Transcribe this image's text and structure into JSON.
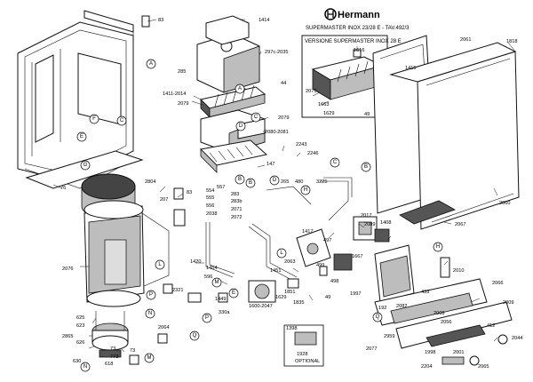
{
  "header": {
    "brand": "Hermann",
    "model": "SUPERMASTER INOX 23/28 E - TAV.492/3"
  },
  "inset": {
    "title": "VERSIONE SUPERMASTER INOX 28 E"
  },
  "optional_box": {
    "label": "OPTIONAL"
  },
  "labels": [
    {
      "id": "l83a",
      "text": "83"
    },
    {
      "id": "l1414",
      "text": "1414"
    },
    {
      "id": "l297c",
      "text": "297c-2035"
    },
    {
      "id": "l285",
      "text": "285"
    },
    {
      "id": "l44",
      "text": "44"
    },
    {
      "id": "l1411",
      "text": "1411-2014"
    },
    {
      "id": "l2079a",
      "text": "2079"
    },
    {
      "id": "l2079b",
      "text": "2079"
    },
    {
      "id": "l2080",
      "text": "2080-2081"
    },
    {
      "id": "l2243",
      "text": "2243"
    },
    {
      "id": "l2246",
      "text": "2246"
    },
    {
      "id": "l147",
      "text": "147"
    },
    {
      "id": "l2804",
      "text": "2804"
    },
    {
      "id": "l83b",
      "text": "83"
    },
    {
      "id": "l207",
      "text": "207"
    },
    {
      "id": "l554",
      "text": "554"
    },
    {
      "id": "l555",
      "text": "555"
    },
    {
      "id": "l556",
      "text": "556"
    },
    {
      "id": "l2038",
      "text": "2038"
    },
    {
      "id": "l557",
      "text": "557"
    },
    {
      "id": "l283",
      "text": "283"
    },
    {
      "id": "l283b",
      "text": "283b"
    },
    {
      "id": "l2071",
      "text": "2071"
    },
    {
      "id": "l2072",
      "text": "2072"
    },
    {
      "id": "l265",
      "text": "265"
    },
    {
      "id": "l480",
      "text": "480"
    },
    {
      "id": "l3225",
      "text": "3225"
    },
    {
      "id": "l76",
      "text": "76"
    },
    {
      "id": "l2076",
      "text": "2076"
    },
    {
      "id": "l1420",
      "text": "1420"
    },
    {
      "id": "l1454",
      "text": "1454"
    },
    {
      "id": "l596",
      "text": "596"
    },
    {
      "id": "l1449",
      "text": "1449"
    },
    {
      "id": "l1600",
      "text": "1600-2047"
    },
    {
      "id": "l2321",
      "text": "2321"
    },
    {
      "id": "l330a",
      "text": "330a"
    },
    {
      "id": "l2063",
      "text": "2063"
    },
    {
      "id": "l1451",
      "text": "1451"
    },
    {
      "id": "l1851",
      "text": "1851"
    },
    {
      "id": "l1629",
      "text": "1629"
    },
    {
      "id": "l1835",
      "text": "1835"
    },
    {
      "id": "l49a",
      "text": "49"
    },
    {
      "id": "l1417",
      "text": "1417"
    },
    {
      "id": "l497",
      "text": "497"
    },
    {
      "id": "l499",
      "text": "499"
    },
    {
      "id": "l498",
      "text": "498"
    },
    {
      "id": "l2017",
      "text": "2017"
    },
    {
      "id": "l2089",
      "text": "2089"
    },
    {
      "id": "l1408",
      "text": "1408"
    },
    {
      "id": "l1667",
      "text": "1667"
    },
    {
      "id": "l1997",
      "text": "1997"
    },
    {
      "id": "l192",
      "text": "192"
    },
    {
      "id": "l2082",
      "text": "2082"
    },
    {
      "id": "l2010",
      "text": "2010"
    },
    {
      "id": "l433",
      "text": "433"
    },
    {
      "id": "l2066",
      "text": "2066"
    },
    {
      "id": "l2009",
      "text": "2009"
    },
    {
      "id": "l2008",
      "text": "2008"
    },
    {
      "id": "l2056",
      "text": "2056"
    },
    {
      "id": "l412",
      "text": "412"
    },
    {
      "id": "l2044",
      "text": "2044"
    },
    {
      "id": "l2959",
      "text": "2959"
    },
    {
      "id": "l2077",
      "text": "2077"
    },
    {
      "id": "l1998",
      "text": "1998"
    },
    {
      "id": "l2001",
      "text": "2001"
    },
    {
      "id": "l2204",
      "text": "2204"
    },
    {
      "id": "l2065",
      "text": "2065"
    },
    {
      "id": "l1398",
      "text": "1398"
    },
    {
      "id": "l1928",
      "text": "1928"
    },
    {
      "id": "l625",
      "text": "625"
    },
    {
      "id": "l623",
      "text": "623"
    },
    {
      "id": "l2865",
      "text": "2865"
    },
    {
      "id": "l626",
      "text": "626"
    },
    {
      "id": "l630",
      "text": "630"
    },
    {
      "id": "l73a",
      "text": "73"
    },
    {
      "id": "l773",
      "text": "773"
    },
    {
      "id": "l618",
      "text": "618"
    },
    {
      "id": "l73b",
      "text": "73"
    },
    {
      "id": "l2064",
      "text": "2064"
    },
    {
      "id": "l2061",
      "text": "2061"
    },
    {
      "id": "l1415",
      "text": "1415"
    },
    {
      "id": "l1818",
      "text": "1818"
    },
    {
      "id": "l2060",
      "text": "2060"
    },
    {
      "id": "l2067",
      "text": "2067"
    },
    {
      "id": "l1616",
      "text": "1616"
    },
    {
      "id": "l2075",
      "text": "2075"
    },
    {
      "id": "l1663",
      "text": "1663"
    },
    {
      "id": "l1629b",
      "text": "1629"
    },
    {
      "id": "l49b",
      "text": "49"
    }
  ],
  "callouts": [
    {
      "id": "cA1",
      "text": "A"
    },
    {
      "id": "cA2",
      "text": "A"
    },
    {
      "id": "cB1",
      "text": "B"
    },
    {
      "id": "cB2",
      "text": "B"
    },
    {
      "id": "cB3",
      "text": "B"
    },
    {
      "id": "cC1",
      "text": "C"
    },
    {
      "id": "cC2",
      "text": "C"
    },
    {
      "id": "cC3",
      "text": "C"
    },
    {
      "id": "cD1",
      "text": "D"
    },
    {
      "id": "cD2",
      "text": "D"
    },
    {
      "id": "cE1",
      "text": "E"
    },
    {
      "id": "cE2",
      "text": "E"
    },
    {
      "id": "cF1",
      "text": "F"
    },
    {
      "id": "cG1",
      "text": "G"
    },
    {
      "id": "cH1",
      "text": "H"
    },
    {
      "id": "cH2",
      "text": "H"
    },
    {
      "id": "cL1",
      "text": "L"
    },
    {
      "id": "cL2",
      "text": "L"
    },
    {
      "id": "cM1",
      "text": "M"
    },
    {
      "id": "cM2",
      "text": "M"
    },
    {
      "id": "cN1",
      "text": "N"
    },
    {
      "id": "cN2",
      "text": "N"
    },
    {
      "id": "cP1",
      "text": "P"
    },
    {
      "id": "cP2",
      "text": "P"
    },
    {
      "id": "cQ1",
      "text": "Q"
    },
    {
      "id": "cQ2",
      "text": "Q"
    }
  ]
}
